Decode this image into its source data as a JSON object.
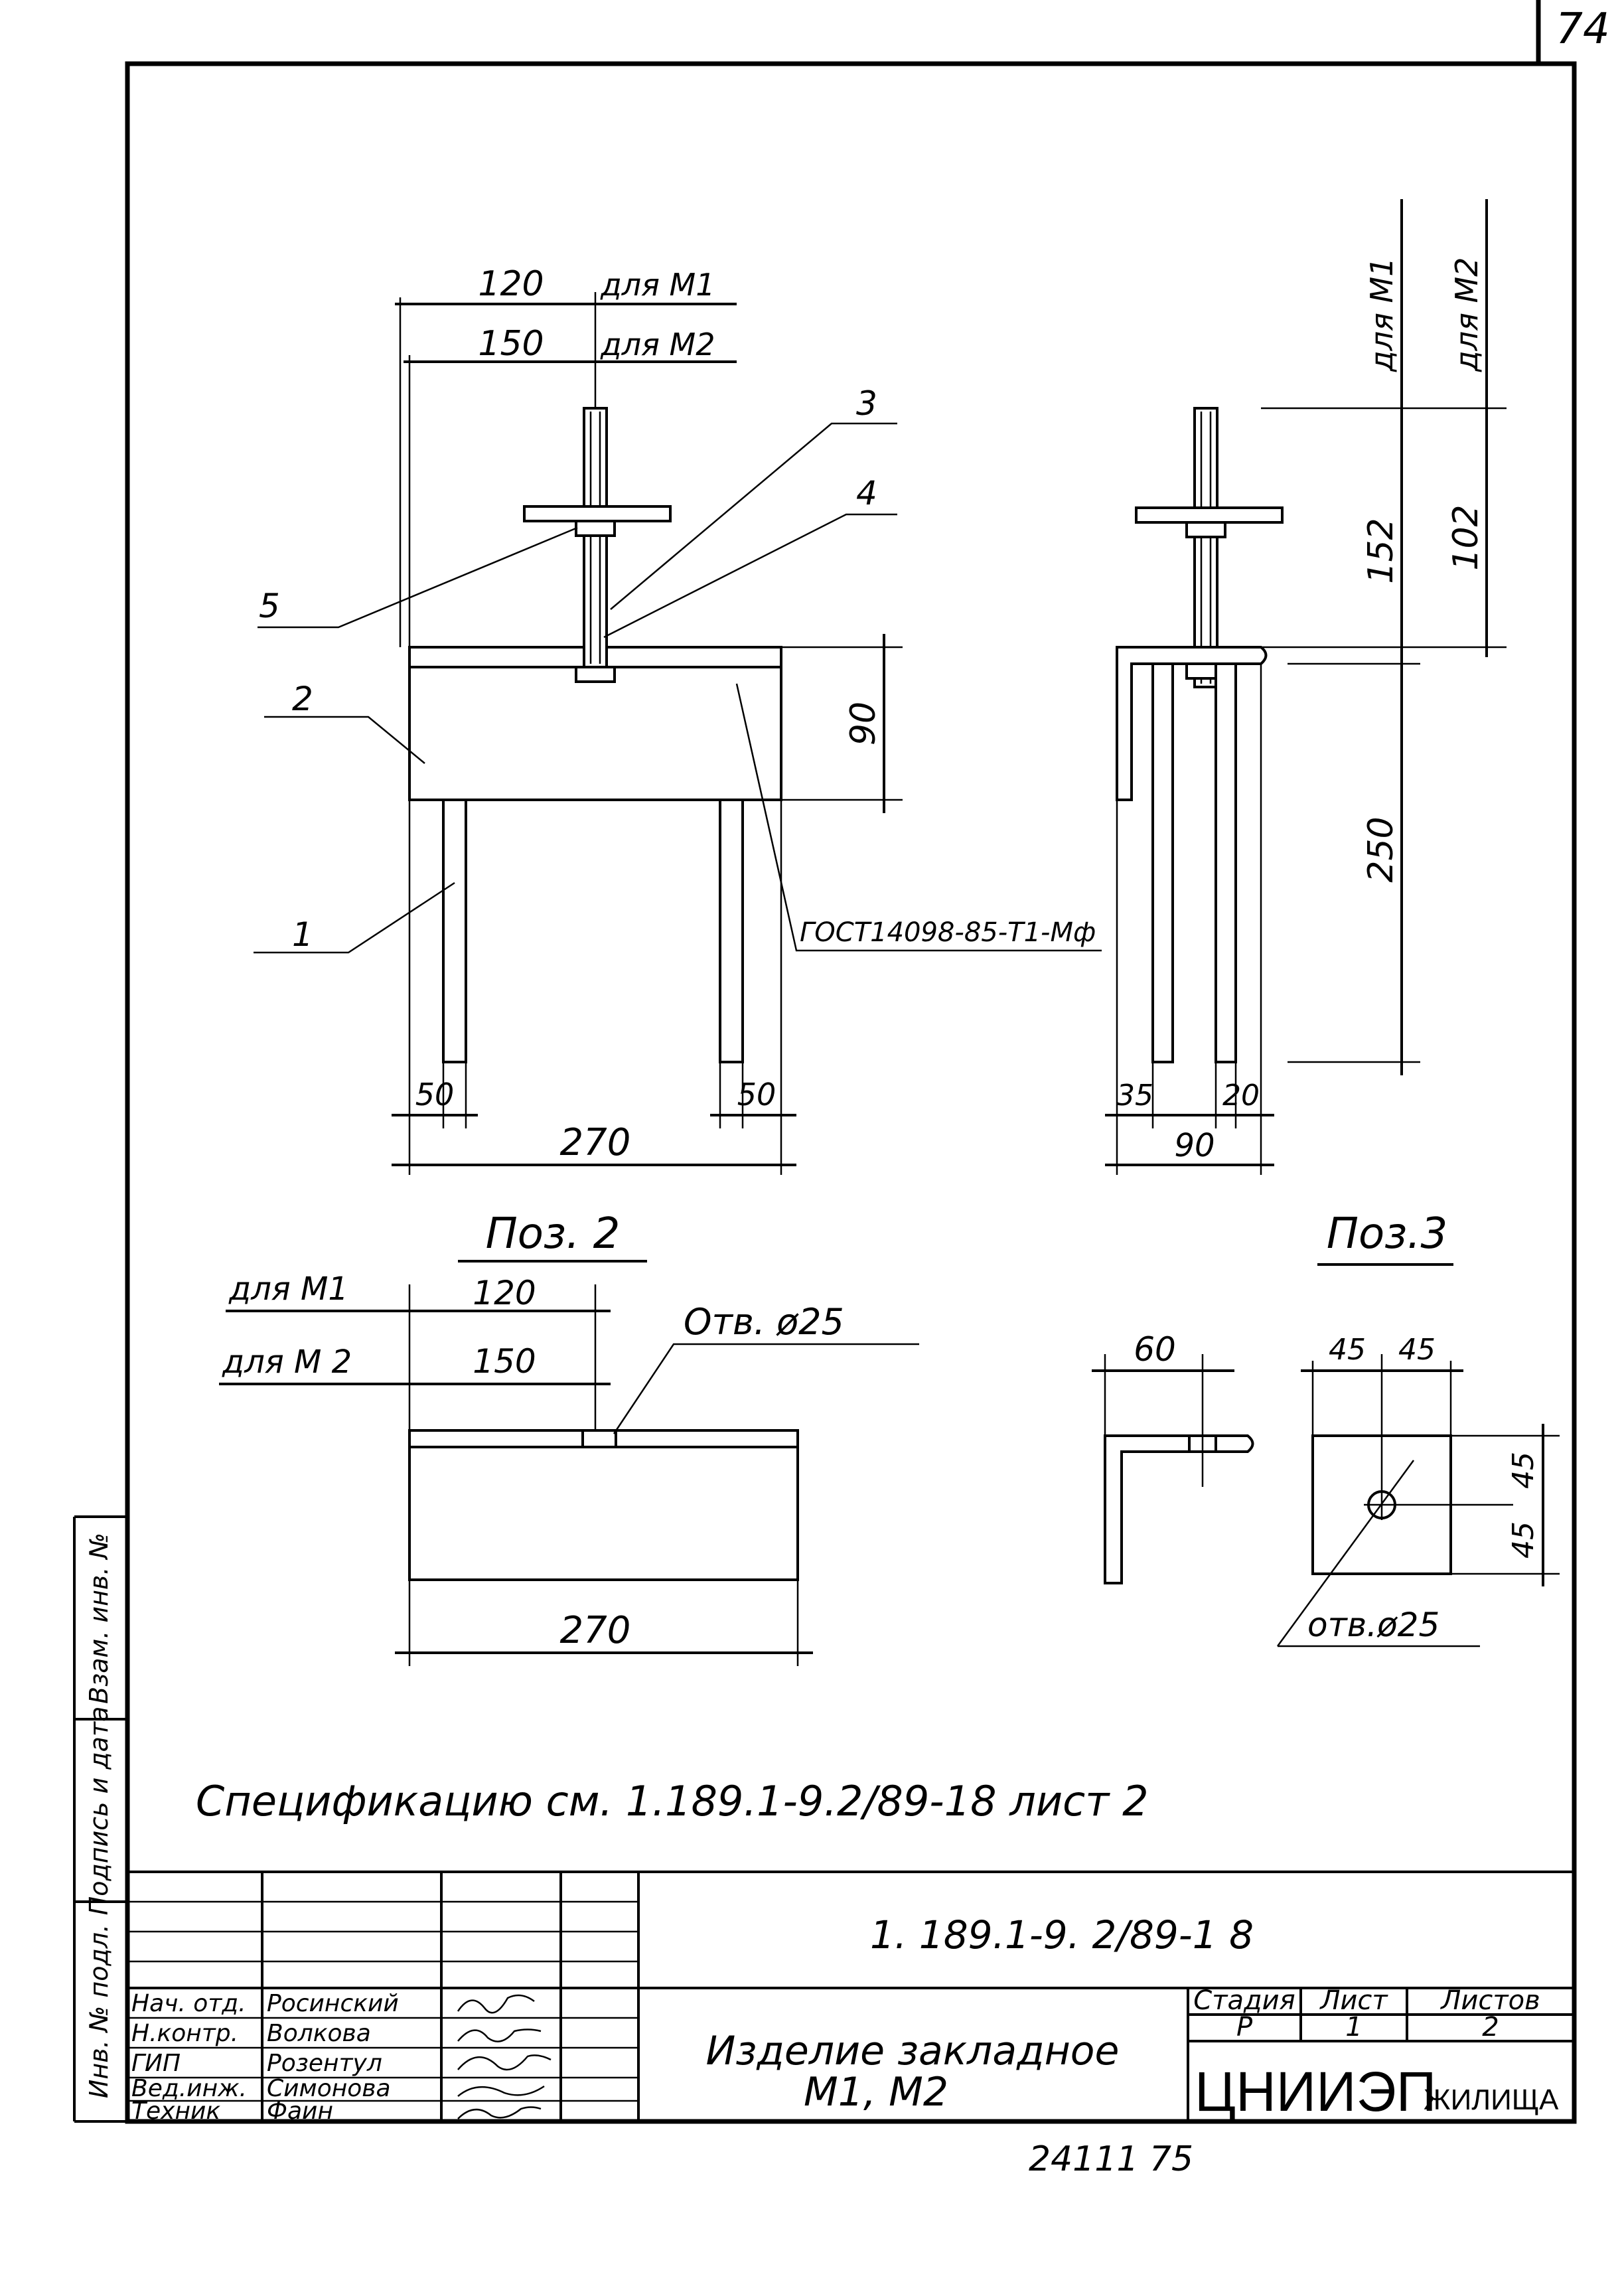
{
  "corner_number": "74",
  "front_view": {
    "dim_120": "120",
    "dim_150": "150",
    "for_m1": "для М1",
    "for_m2": "для М2",
    "dim_90": "90",
    "dim_left_50": "50",
    "dim_right_50": "50",
    "dim_270": "270",
    "weld_note": "ГОСТ14098-85-Т1-Мф",
    "pos": [
      "1",
      "2",
      "3",
      "4",
      "5"
    ]
  },
  "side_view": {
    "for_m1": "для М1",
    "for_m2": "для М2",
    "dim_152": "152",
    "dim_102": "102",
    "dim_250": "250",
    "dim_35": "35",
    "dim_20": "20",
    "dim_90": "90"
  },
  "pos2": {
    "title": "Поз. 2",
    "for_m1": "для М1",
    "for_m2": "для М 2",
    "dim_120": "120",
    "dim_150": "150",
    "hole": "Отв. ø25",
    "dim_270": "270"
  },
  "pos3": {
    "title": "Поз.3",
    "dim_60": "60",
    "dim_45a": "45",
    "dim_45b": "45",
    "dim_45c": "45",
    "dim_45d": "45",
    "hole": "отв.ø25"
  },
  "spec_note": "Спецификацию см. 1.189.1-9.2/89-18 лист 2",
  "side_strip": {
    "inv_orig": "Инв. № подл.",
    "sign_date": "Подпись и дата",
    "vzam_inv": "Взам. инв. №"
  },
  "title_block": {
    "doc_code": "1. 189.1-9. 2/89-1 8",
    "product_title": "Изделие закладное",
    "product_subtitle": "М1, М2",
    "stage_header": "Стадия",
    "sheet_header": "Лист",
    "sheets_header": "Листов",
    "stage": "Р",
    "sheet": "1",
    "sheets": "2",
    "org": "ЦНИИЭП",
    "org_dept": "ЖИЛИЩА",
    "roles": [
      {
        "role": "Нач. отд.",
        "name": "Росинский"
      },
      {
        "role": "Н.контр.",
        "name": "Волкова"
      },
      {
        "role": "ГИП",
        "name": "Розентул"
      },
      {
        "role": "Вед.инж.",
        "name": "Симонова"
      },
      {
        "role": "Техник",
        "name": "Фаин"
      }
    ]
  },
  "bottom_number": "24111 75"
}
